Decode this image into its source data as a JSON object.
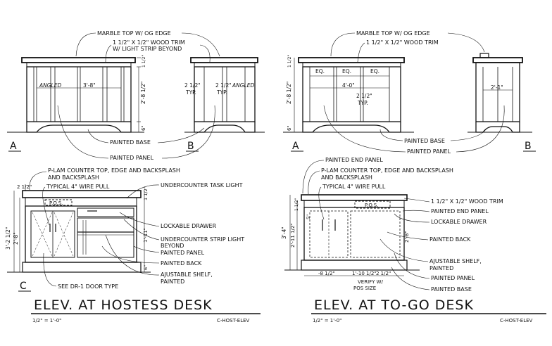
{
  "hostess": {
    "title": "ELEV. AT HOSTESS DESK",
    "scale": "1/2\" = 1'-0\"",
    "ref": "C-HOST-ELEV",
    "elevA": {
      "letter": "A",
      "notes": {
        "marble_top": "MARBLE TOP W/ OG EDGE",
        "wood_trim": "1 1/2\" X 1/2\" WOOD TRIM",
        "light_strip": "W/ LIGHT STRIP BEYOND",
        "painted_base": "PAINTED BASE",
        "painted_panel": "PAINTED PANEL"
      },
      "dims": {
        "angled": "ANGLED",
        "width": "3'-8\"",
        "height": "2'-8 1/2\"",
        "base": "6\"",
        "top": "1 1/2\""
      }
    },
    "elevB": {
      "letter": "B",
      "dims": {
        "d1": "2 1/2\"",
        "d2": "2 1/2\"",
        "typ1": "TYP.",
        "typ2": "TYP.",
        "angled": "ANGLED"
      }
    },
    "elevC": {
      "letter": "C",
      "notes": {
        "plam": "P-LAM COUNTER TOP, EDGE AND BACKSPLASH",
        "backsplash": "AND BACKSPLASH",
        "wire_pull": "TYPICAL 4\" WIRE PULL",
        "task_light": "UNDERCOUNTER TASK LIGHT",
        "pos": "P.O.S.",
        "drawer": "LOCKABLE DRAWER",
        "strip_light": "UNDERCOUNTER STRIP LIGHT",
        "beyond": "BEYOND",
        "painted_panel": "PAINTED PANEL",
        "painted_back": "PAINTED BACK",
        "shelf": "AJUSTABLE SHELF,",
        "shelf2": "PAINTED",
        "door": "SEE DR-1 DOOR TYPE"
      },
      "dims": {
        "top": "2 1/2\"",
        "h_total": "3'-2 1/2\"",
        "h_2": "2'-8\"",
        "right1": "1 1/2\"",
        "right2": "1'-11\"",
        "right3": "6\""
      }
    }
  },
  "togo": {
    "title": "ELEV. AT TO-GO DESK",
    "scale": "1/2\" = 1'-0\"",
    "ref": "C-HOST-ELEV",
    "elevA": {
      "letter": "A",
      "notes": {
        "marble_top": "MARBLE TOP W/ OG EDGE",
        "wood_trim": "1 1/2\" X 1/2\" WOOD TRIM",
        "painted_base": "PAINTED BASE",
        "painted_panel": "PAINTED PANEL"
      },
      "dims": {
        "eq1": "EQ.",
        "eq2": "EQ.",
        "eq3": "EQ.",
        "width": "4'-0\"",
        "height": "2'-8 1/2\"",
        "d1": "2 1/2\"",
        "typ": "TYP.",
        "base": "6\"",
        "top": "1 1/2\""
      }
    },
    "elevB": {
      "letter": "B",
      "dims": {
        "width": "2'-1\""
      }
    },
    "elevC": {
      "notes": {
        "end_panel": "PAINTED END PANEL",
        "plam": "P-LAM COUNTER TOP, EDGE AND BACKSPLASH",
        "backsplash": "AND BACKSPLASH",
        "wire_pull": "TYPICAL 4\" WIRE PULL",
        "pos": "P.O.S.",
        "wood_trim": "1 1/2\" X 1/2\" WOOD TRIM",
        "end_panel2": "PAINTED END PANEL",
        "drawer": "LOCKABLE DRAWER",
        "painted_back": "PAINTED BACK",
        "shelf": "AJUSTABLE SHELF,",
        "shelf2": "PAINTED",
        "painted_panel": "PAINTED PANEL",
        "painted_base": "PAINTED BASE",
        "verify": "VERIFY W/",
        "pos_size": "POS SIZE"
      },
      "dims": {
        "h_total": "3'-4\"",
        "h_2": "2'-11 1/2\"",
        "d_8": "-8 1/2\"",
        "d_1": "1'-10 1/2\"",
        "d_2": "2 1/2\"",
        "top": "1 1/2\"",
        "five": "5\"",
        "side": "2'-8\""
      }
    }
  }
}
